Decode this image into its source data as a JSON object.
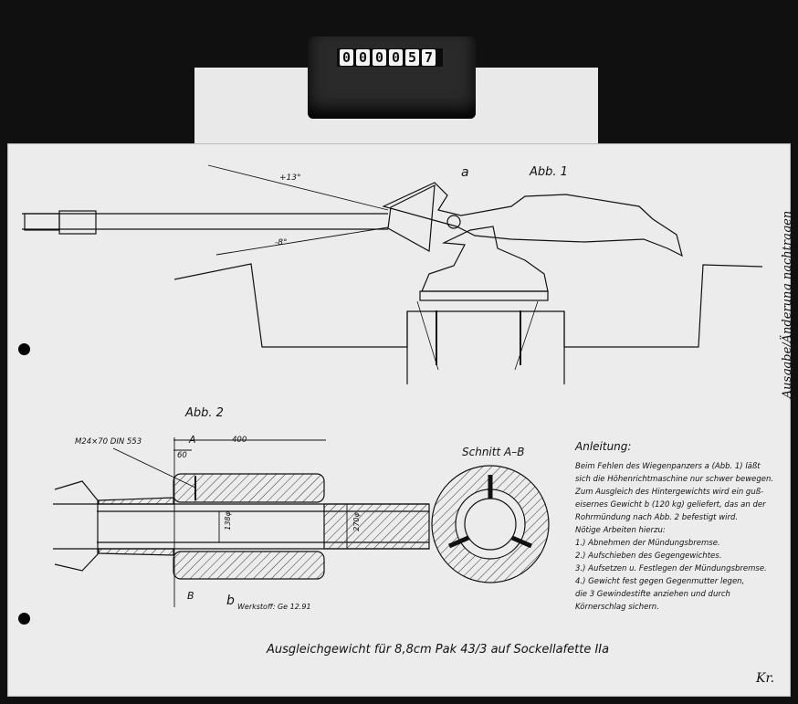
{
  "counter": {
    "digits": [
      "0",
      "0",
      "0",
      "0",
      "5",
      "7"
    ]
  },
  "figure1": {
    "label": "Abb. 1",
    "part_a": "a",
    "angle_up": "+13°",
    "angle_down": "-8°"
  },
  "figure2": {
    "label": "Abb. 2",
    "bolt": "M24×70 DIN 553",
    "dim_400": "400",
    "dim_60": "60",
    "dim_diameter": "138φ",
    "dim_270": "270φ",
    "section_a": "A",
    "section_b": "B",
    "part_b": "b",
    "material": "Werkstoff: Ge 12.91"
  },
  "section_view": {
    "label": "Schnitt A–B"
  },
  "instructions": {
    "title": "Anleitung:",
    "lines": [
      "Beim Fehlen des Wiegenpanzers a (Abb. 1) läßt",
      "sich die Höhenrichtmaschine nur schwer bewegen.",
      "Zum Ausgleich des Hintergewichts wird ein guß-",
      "eisernes Gewicht b (120 kg) geliefert, das an der",
      "Rohrmündung nach Abb. 2 befestigt wird.",
      "Nötige Arbeiten hierzu:",
      "1.) Abnehmen der Mündungsbremse.",
      "2.) Aufschieben des Gegengewichtes.",
      "3.) Aufsetzen u. Festlegen der Mündungsbremse.",
      "4.) Gewicht fest gegen Gegenmutter legen,",
      "     die 3 Gewindestifte anziehen und durch",
      "     Körnerschlag sichern."
    ]
  },
  "caption": "Ausgleichgewicht für 8,8cm Pak 43/3 auf Sockellafette IIa",
  "margin_note": "Ausgabe/Änderung nachtragen",
  "signature": "Kr."
}
